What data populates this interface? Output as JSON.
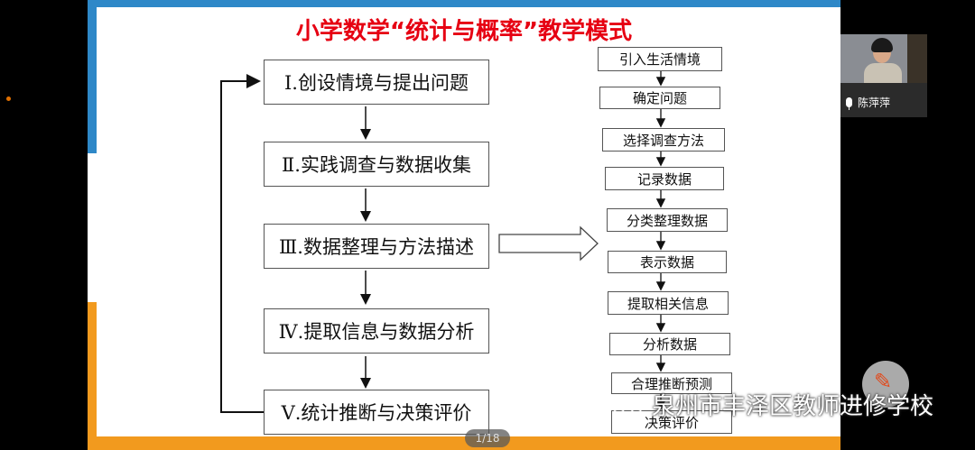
{
  "slide": {
    "title": "小学数学“统计与概率”教学模式",
    "left_steps": [
      "Ⅰ.创设情境与提出问题",
      "Ⅱ.实践调查与数据收集",
      "Ⅲ.数据整理与方法描述",
      "Ⅳ.提取信息与数据分析",
      "Ⅴ.统计推断与决策评价"
    ],
    "right_steps": [
      "引入生活情境",
      "确定问题",
      "选择调查方法",
      "记录数据",
      "分类整理数据",
      "表示数据",
      "提取相关信息",
      "分析数据",
      "合理推断预测",
      "决策评价"
    ]
  },
  "viewer": {
    "page_indicator": "1/18"
  },
  "participant": {
    "name": "陈萍萍"
  },
  "watermark": {
    "text": "泉州市丰泽区教师进修学校"
  },
  "colors": {
    "title": "#e60012",
    "accent_blue": "#2e88c8",
    "accent_orange": "#f29a1e"
  },
  "icons": {
    "mic": "mic-icon",
    "paint_fab": "paint-brush-icon",
    "watermark_logo": "wechat-icon"
  }
}
